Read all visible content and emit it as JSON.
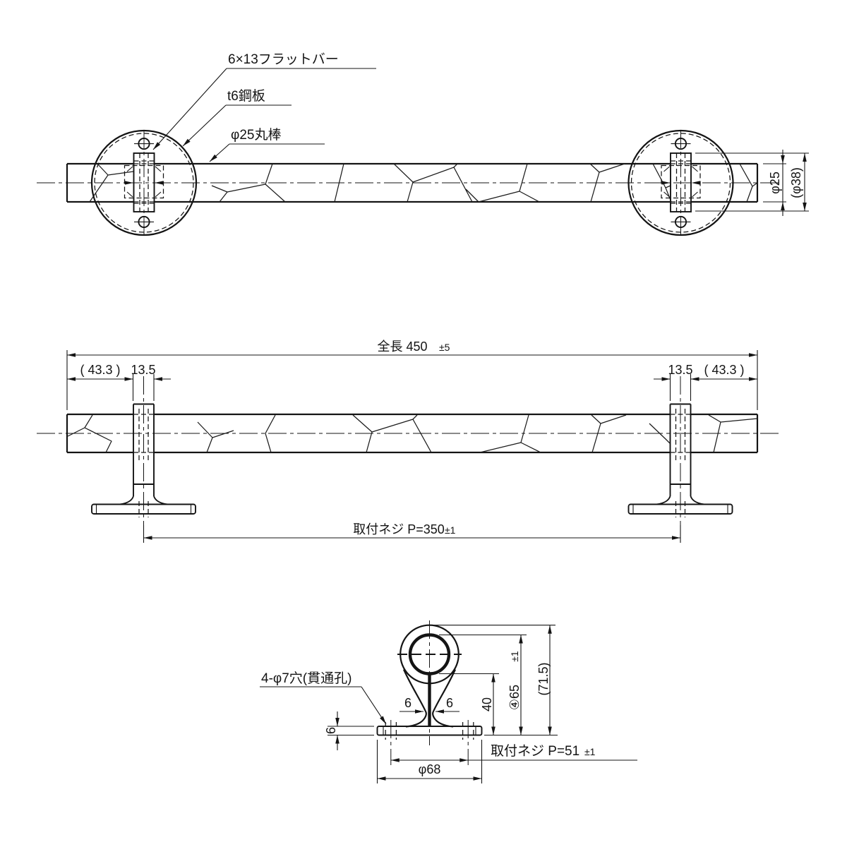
{
  "front_view": {
    "leader_labels": {
      "flat_bar": "6×13フラットバー",
      "steel_plate": "t6鋼板",
      "round_bar": "φ25丸棒"
    },
    "dims": {
      "bar_dia": "φ25",
      "ring_dia": "(φ38)"
    }
  },
  "side_view": {
    "dims": {
      "overall_len": "全長 450",
      "overall_tol": "±5",
      "left_offset": "( 43.3 )",
      "left_width": "13.5",
      "right_width": "13.5",
      "right_offset": "( 43.3 )",
      "pitch": "取付ネジ P=350",
      "pitch_tol": "±1"
    }
  },
  "section_view": {
    "leader_labels": {
      "holes": "4-φ7穴(貫通孔)"
    },
    "dims": {
      "neck_left": "6",
      "neck_right": "6",
      "base_thickness": "6",
      "height_40": "40",
      "height_65": "④65",
      "height_65_tol": "±1",
      "height_71": "(71.5)",
      "base_pitch": "取付ネジ P=51",
      "base_pitch_tol": "±1",
      "base_dia": "φ68"
    }
  },
  "colors": {
    "line": "#141414",
    "bg": "#ffffff"
  }
}
